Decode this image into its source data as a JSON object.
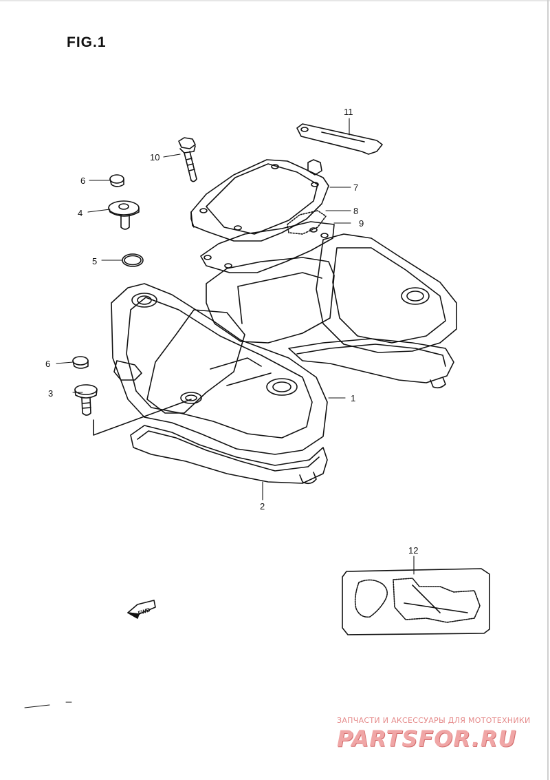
{
  "figure": {
    "title": "FIG.1"
  },
  "callouts": {
    "c1": "1",
    "c2": "2",
    "c3": "3",
    "c4": "4",
    "c5": "5",
    "c6a": "6",
    "c6b": "6",
    "c7": "7",
    "c8": "8",
    "c9": "9",
    "c10": "10",
    "c11": "11",
    "c12": "12"
  },
  "direction_arrow": {
    "label": "FWD"
  },
  "watermark": {
    "tagline": "ЗАПЧАСТИ И АКСЕССУАРЫ ДЛЯ МОТОТЕХНИКИ",
    "logo": "PARTSFOR.RU"
  }
}
